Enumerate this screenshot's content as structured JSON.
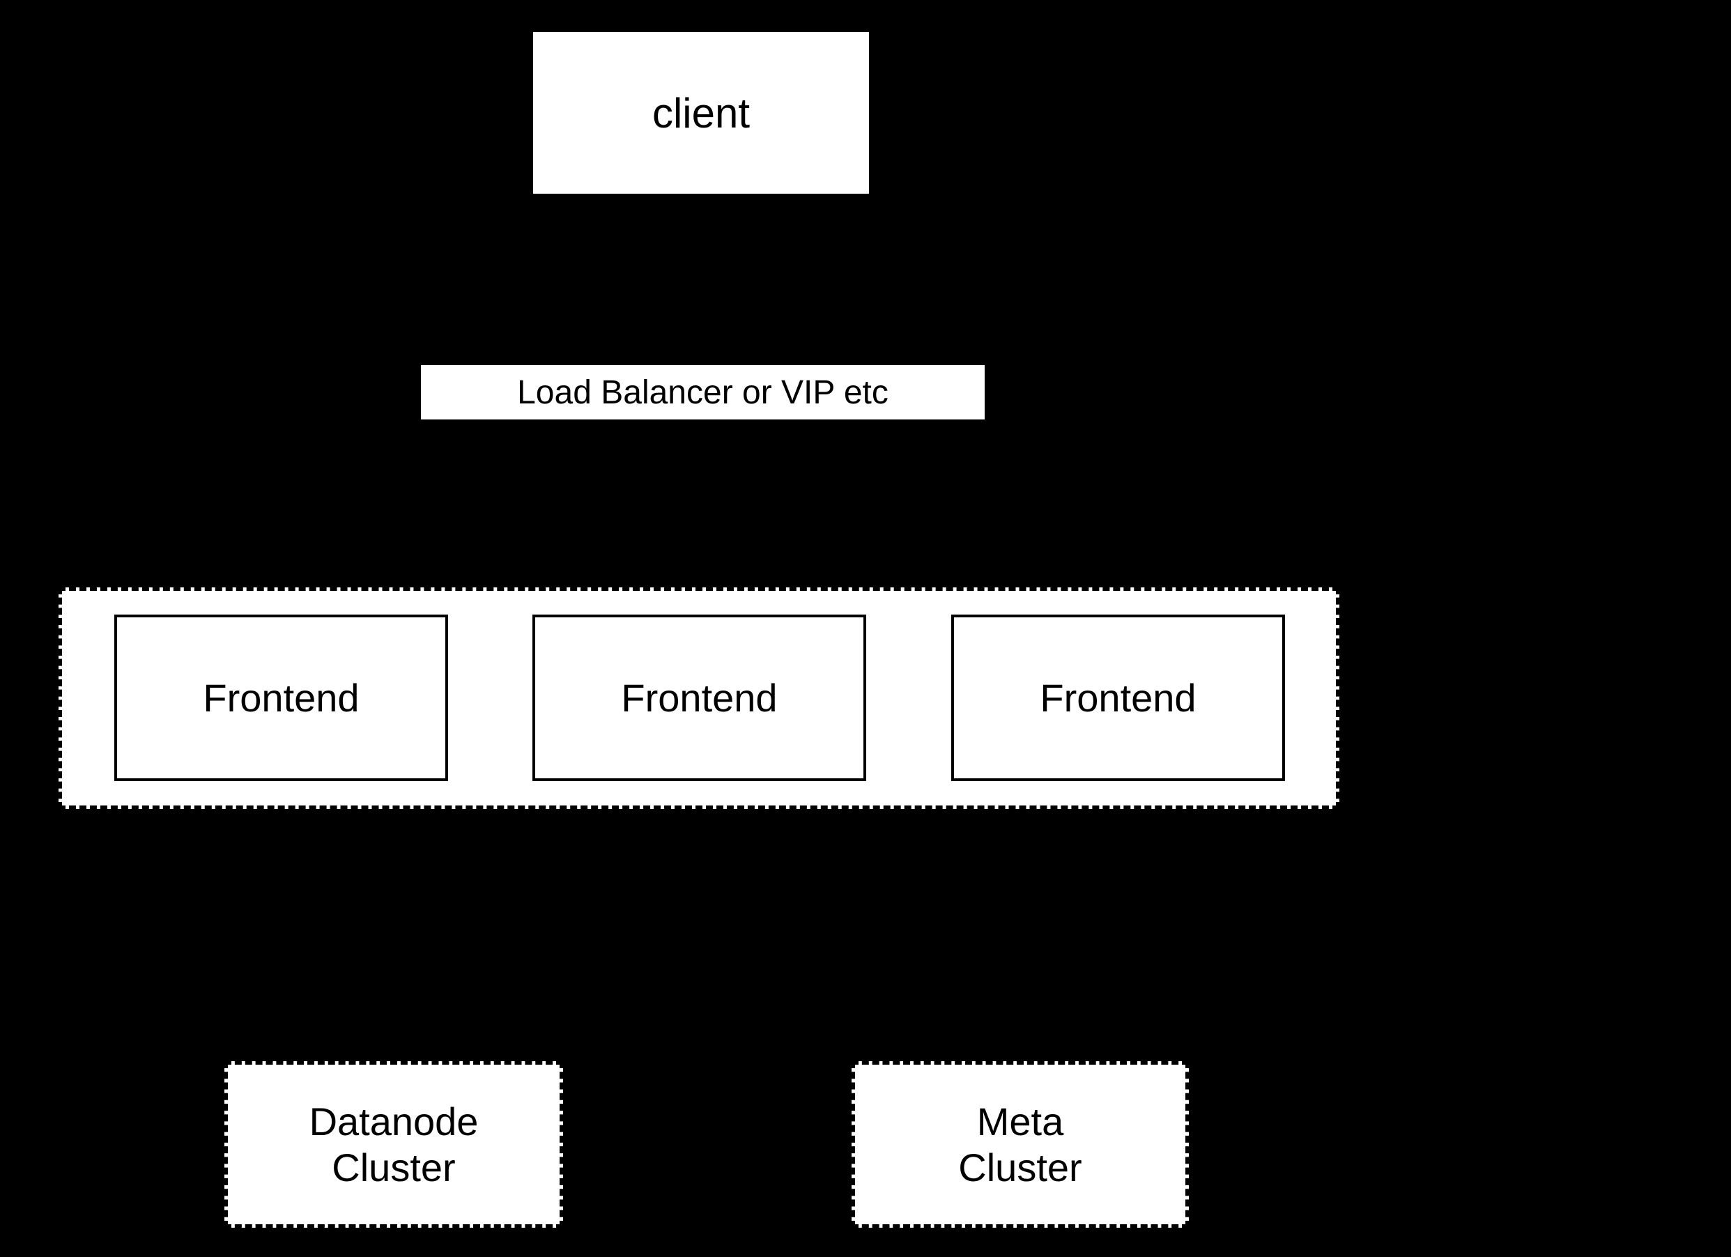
{
  "diagram": {
    "background_color": "#000000",
    "node_fill_color": "#ffffff",
    "node_text_color": "#000000",
    "border_color": "#000000",
    "nodes": {
      "client": {
        "label": "client"
      },
      "load_balancer": {
        "label": "Load Balancer or VIP etc"
      },
      "frontend_group": {
        "frontends": [
          {
            "label": "Frontend"
          },
          {
            "label": "Frontend"
          },
          {
            "label": "Frontend"
          }
        ]
      },
      "datanode_cluster": {
        "line1": "Datanode",
        "line2": "Cluster"
      },
      "meta_cluster": {
        "line1": "Meta",
        "line2": "Cluster"
      }
    }
  }
}
